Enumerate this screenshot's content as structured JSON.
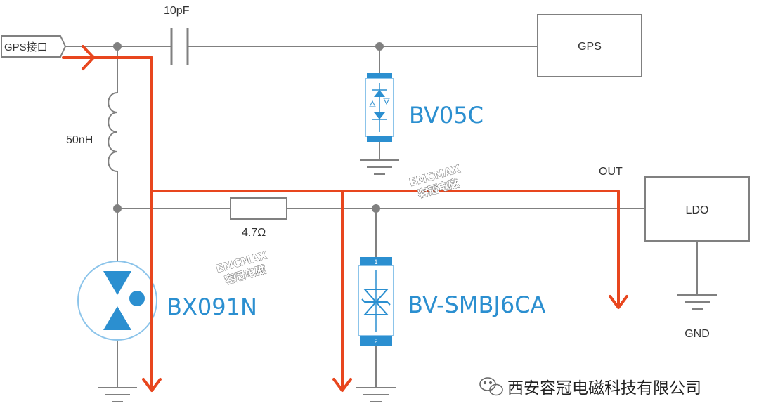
{
  "colors": {
    "wire": "#808080",
    "current_path": "#e8461e",
    "component_blue": "#2b8fd0",
    "component_fill": "#dcecf8",
    "text": "#333333"
  },
  "labels": {
    "gps_port": "GPS接口",
    "capacitor": "10pF",
    "inductor": "50nH",
    "resistor": "4.7Ω",
    "gps_block": "GPS",
    "ldo_block": "LDO",
    "out": "OUT",
    "gnd": "GND",
    "tvs_top": "BV05C",
    "gdt": "BX091N",
    "tvs_bottom": "BV-SMBJ6CA"
  },
  "watermark": {
    "line1": "EMCMAX",
    "line2": "容冠电磁"
  },
  "footer": {
    "company": "西安容冠电磁科技有限公司",
    "icon": "wechat-icon"
  }
}
